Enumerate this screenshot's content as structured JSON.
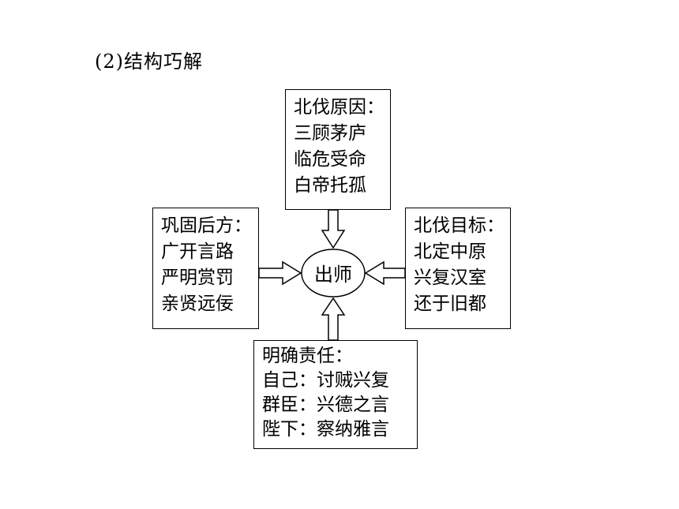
{
  "title": "(2)结构巧解",
  "center": "出师",
  "top": {
    "lines": [
      "北伐原因：",
      "三顾茅庐",
      "临危受命",
      "白帝托孤"
    ]
  },
  "left": {
    "lines": [
      "巩固后方：",
      "广开言路",
      "严明赏罚",
      "亲贤远佞"
    ]
  },
  "right": {
    "lines": [
      "北伐目标：",
      "北定中原",
      "兴复汉室",
      "还于旧都"
    ]
  },
  "bottom": {
    "lines": [
      "明确责任：",
      "自己：讨贼兴复",
      "群臣：兴德之言",
      "陛下：察纳雅言"
    ]
  }
}
